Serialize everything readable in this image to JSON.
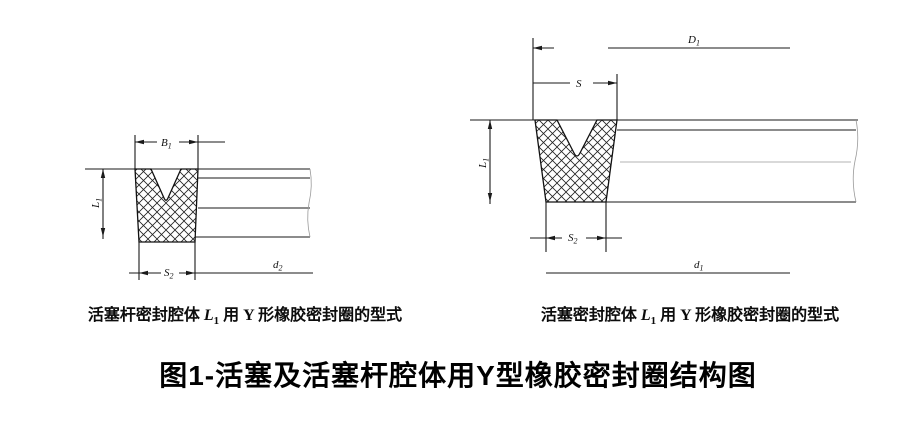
{
  "page": {
    "background": "#ffffff",
    "line_color": "#1a1a1a"
  },
  "title": "图1-活塞及活塞杆腔体用Y型橡胶密封圈结构图",
  "figures": {
    "left": {
      "caption": {
        "prefix": "活塞杆密封腔体 ",
        "symbol": "L",
        "symbol_sub": "1",
        "suffix": " 用 Y 形橡胶密封圈的型式"
      },
      "labels": {
        "groove_width": {
          "base": "B",
          "sub": "1"
        },
        "groove_depth": {
          "base": "L",
          "sub": "1"
        },
        "seal_width": {
          "base": "S",
          "sub": "2"
        },
        "rod_diameter": {
          "base": "d",
          "sub": "2"
        }
      }
    },
    "right": {
      "caption": {
        "prefix": "活塞密封腔体 ",
        "symbol": "L",
        "symbol_sub": "1",
        "suffix": " 用 Y 形橡胶密封圈的型式"
      },
      "labels": {
        "outer_diameter": {
          "base": "D",
          "sub": "1"
        },
        "section_width": {
          "base": "S",
          "sub": ""
        },
        "groove_depth": {
          "base": "L",
          "sub": "1"
        },
        "seal_width": {
          "base": "S",
          "sub": "2"
        },
        "groove_diameter": {
          "base": "d",
          "sub": "1"
        }
      }
    }
  }
}
